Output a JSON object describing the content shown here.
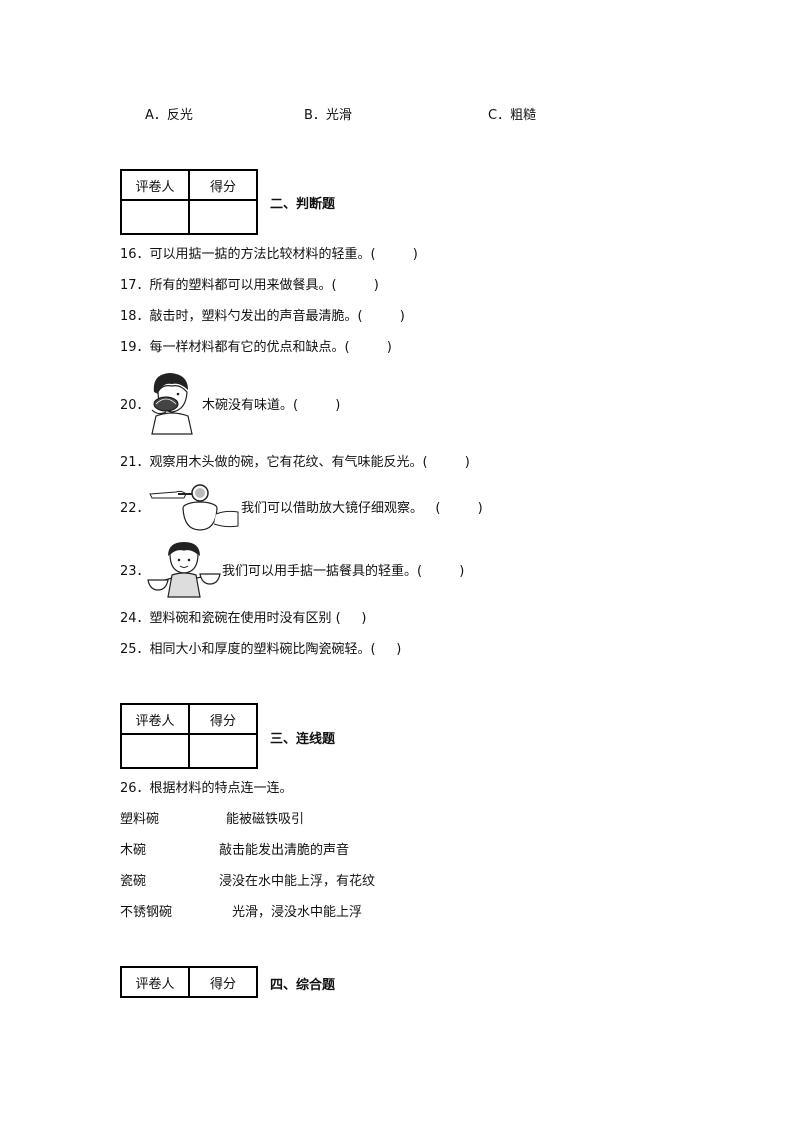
{
  "options": {
    "a": "A．反光",
    "b": "B．光滑",
    "c": "C．粗糙"
  },
  "score_header": {
    "reviewer": "评卷人",
    "score": "得分"
  },
  "sections": {
    "judge_title": "二、判断题",
    "match_title": "三、连线题",
    "comprehensive_title": "四、综合题"
  },
  "questions": {
    "q16": "16．可以用掂一掂的方法比较材料的轻重。(         )",
    "q17": "17．所有的塑料都可以用来做餐具。(         )",
    "q18": "18．敲击时，塑料勺发出的声音最清脆。(         )",
    "q19": "19．每一样材料都有它的优点和缺点。(         )",
    "q20_num": "20．",
    "q20_text": "木碗没有味道。(         )",
    "q21": "21．观察用木头做的碗，它有花纹、有气味能反光。(         )",
    "q22_num": "22．",
    "q22_text": "我们可以借助放大镜仔细观察。   (         )",
    "q23_num": "23．",
    "q23_text": "我们可以用手掂一掂餐具的轻重。(         )",
    "q24": "24．塑料碗和瓷碗在使用时没有区别 (     )",
    "q25": "25．相同大小和厚度的塑料碗比陶瓷碗轻。(     )"
  },
  "match": {
    "prompt": "26．根据材料的特点连一连。",
    "left": [
      "塑料碗",
      "木碗",
      "瓷碗",
      "不锈钢碗"
    ],
    "right": [
      "能被磁铁吸引",
      "敲击能发出清脆的声音",
      "浸没在水中能上浮，有花纹",
      "光滑，浸没水中能上浮"
    ]
  }
}
